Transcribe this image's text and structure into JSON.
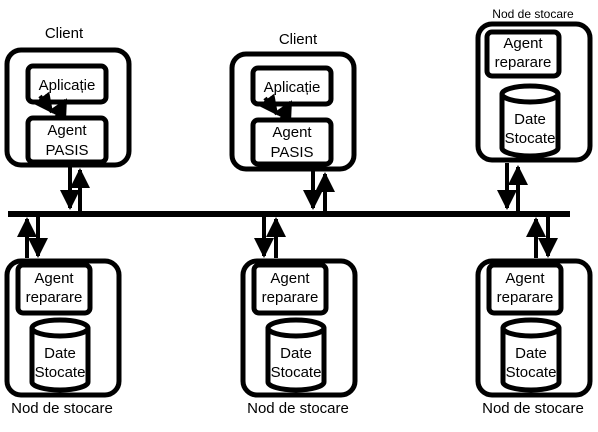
{
  "clients": [
    {
      "title": "Client",
      "app": "Aplicație",
      "agent_line1": "Agent",
      "agent_line2": "PASIS"
    },
    {
      "title": "Client",
      "app": "Aplicație",
      "agent_line1": "Agent",
      "agent_line2": "PASIS"
    }
  ],
  "top_storage": {
    "title": "Nod de stocare",
    "agent_line1": "Agent",
    "agent_line2": "reparare",
    "data_line1": "Date",
    "data_line2": "Stocate"
  },
  "bottom_storage": [
    {
      "title": "Nod de stocare",
      "agent_line1": "Agent",
      "agent_line2": "reparare",
      "data_line1": "Date",
      "data_line2": "Stocate"
    },
    {
      "title": "Nod de stocare",
      "agent_line1": "Agent",
      "agent_line2": "reparare",
      "data_line1": "Date",
      "data_line2": "Stocate"
    },
    {
      "title": "Nod de stocare",
      "agent_line1": "Agent",
      "agent_line2": "reparare",
      "data_line1": "Date",
      "data_line2": "Stocate"
    }
  ]
}
